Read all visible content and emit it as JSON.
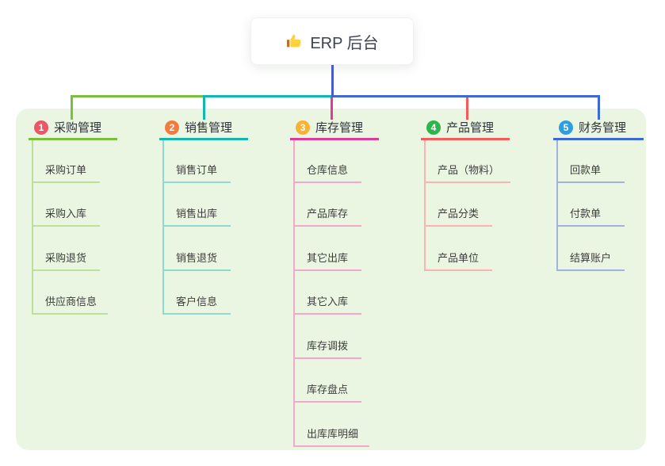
{
  "root": {
    "label": "ERP 后台",
    "icon": "thumbs-up-icon"
  },
  "branches": [
    {
      "index": "1",
      "label": "采购管理",
      "badge_color": "#ee5566",
      "line_color": "#7cbf3f",
      "light_color": "#bcdf99",
      "children": [
        "采购订单",
        "采购入库",
        "采购退货",
        "供应商信息"
      ]
    },
    {
      "index": "2",
      "label": "销售管理",
      "badge_color": "#f57a3c",
      "line_color": "#12b7ad",
      "light_color": "#8fd9d2",
      "children": [
        "销售订单",
        "销售出库",
        "销售退货",
        "客户信息"
      ]
    },
    {
      "index": "3",
      "label": "库存管理",
      "badge_color": "#f9b234",
      "line_color": "#e23a97",
      "light_color": "#f3a8cd",
      "children": [
        "仓库信息",
        "产品库存",
        "其它出库",
        "其它入库",
        "库存调拨",
        "库存盘点",
        "出库库明细"
      ]
    },
    {
      "index": "4",
      "label": "产品管理",
      "badge_color": "#2db54d",
      "line_color": "#f45c5c",
      "light_color": "#fab3b0",
      "children": [
        "产品（物料）",
        "产品分类",
        "产品单位"
      ]
    },
    {
      "index": "5",
      "label": "财务管理",
      "badge_color": "#2d9fe0",
      "line_color": "#3e68d8",
      "light_color": "#9fb2e3",
      "children": [
        "回款单",
        "付款单",
        "结算账户"
      ]
    }
  ],
  "colors": {
    "panel_bg": "#eaf6e2",
    "root_stem": "#4a5ad0",
    "card_bg": "#ffffff",
    "root_text": "#3d4352"
  }
}
